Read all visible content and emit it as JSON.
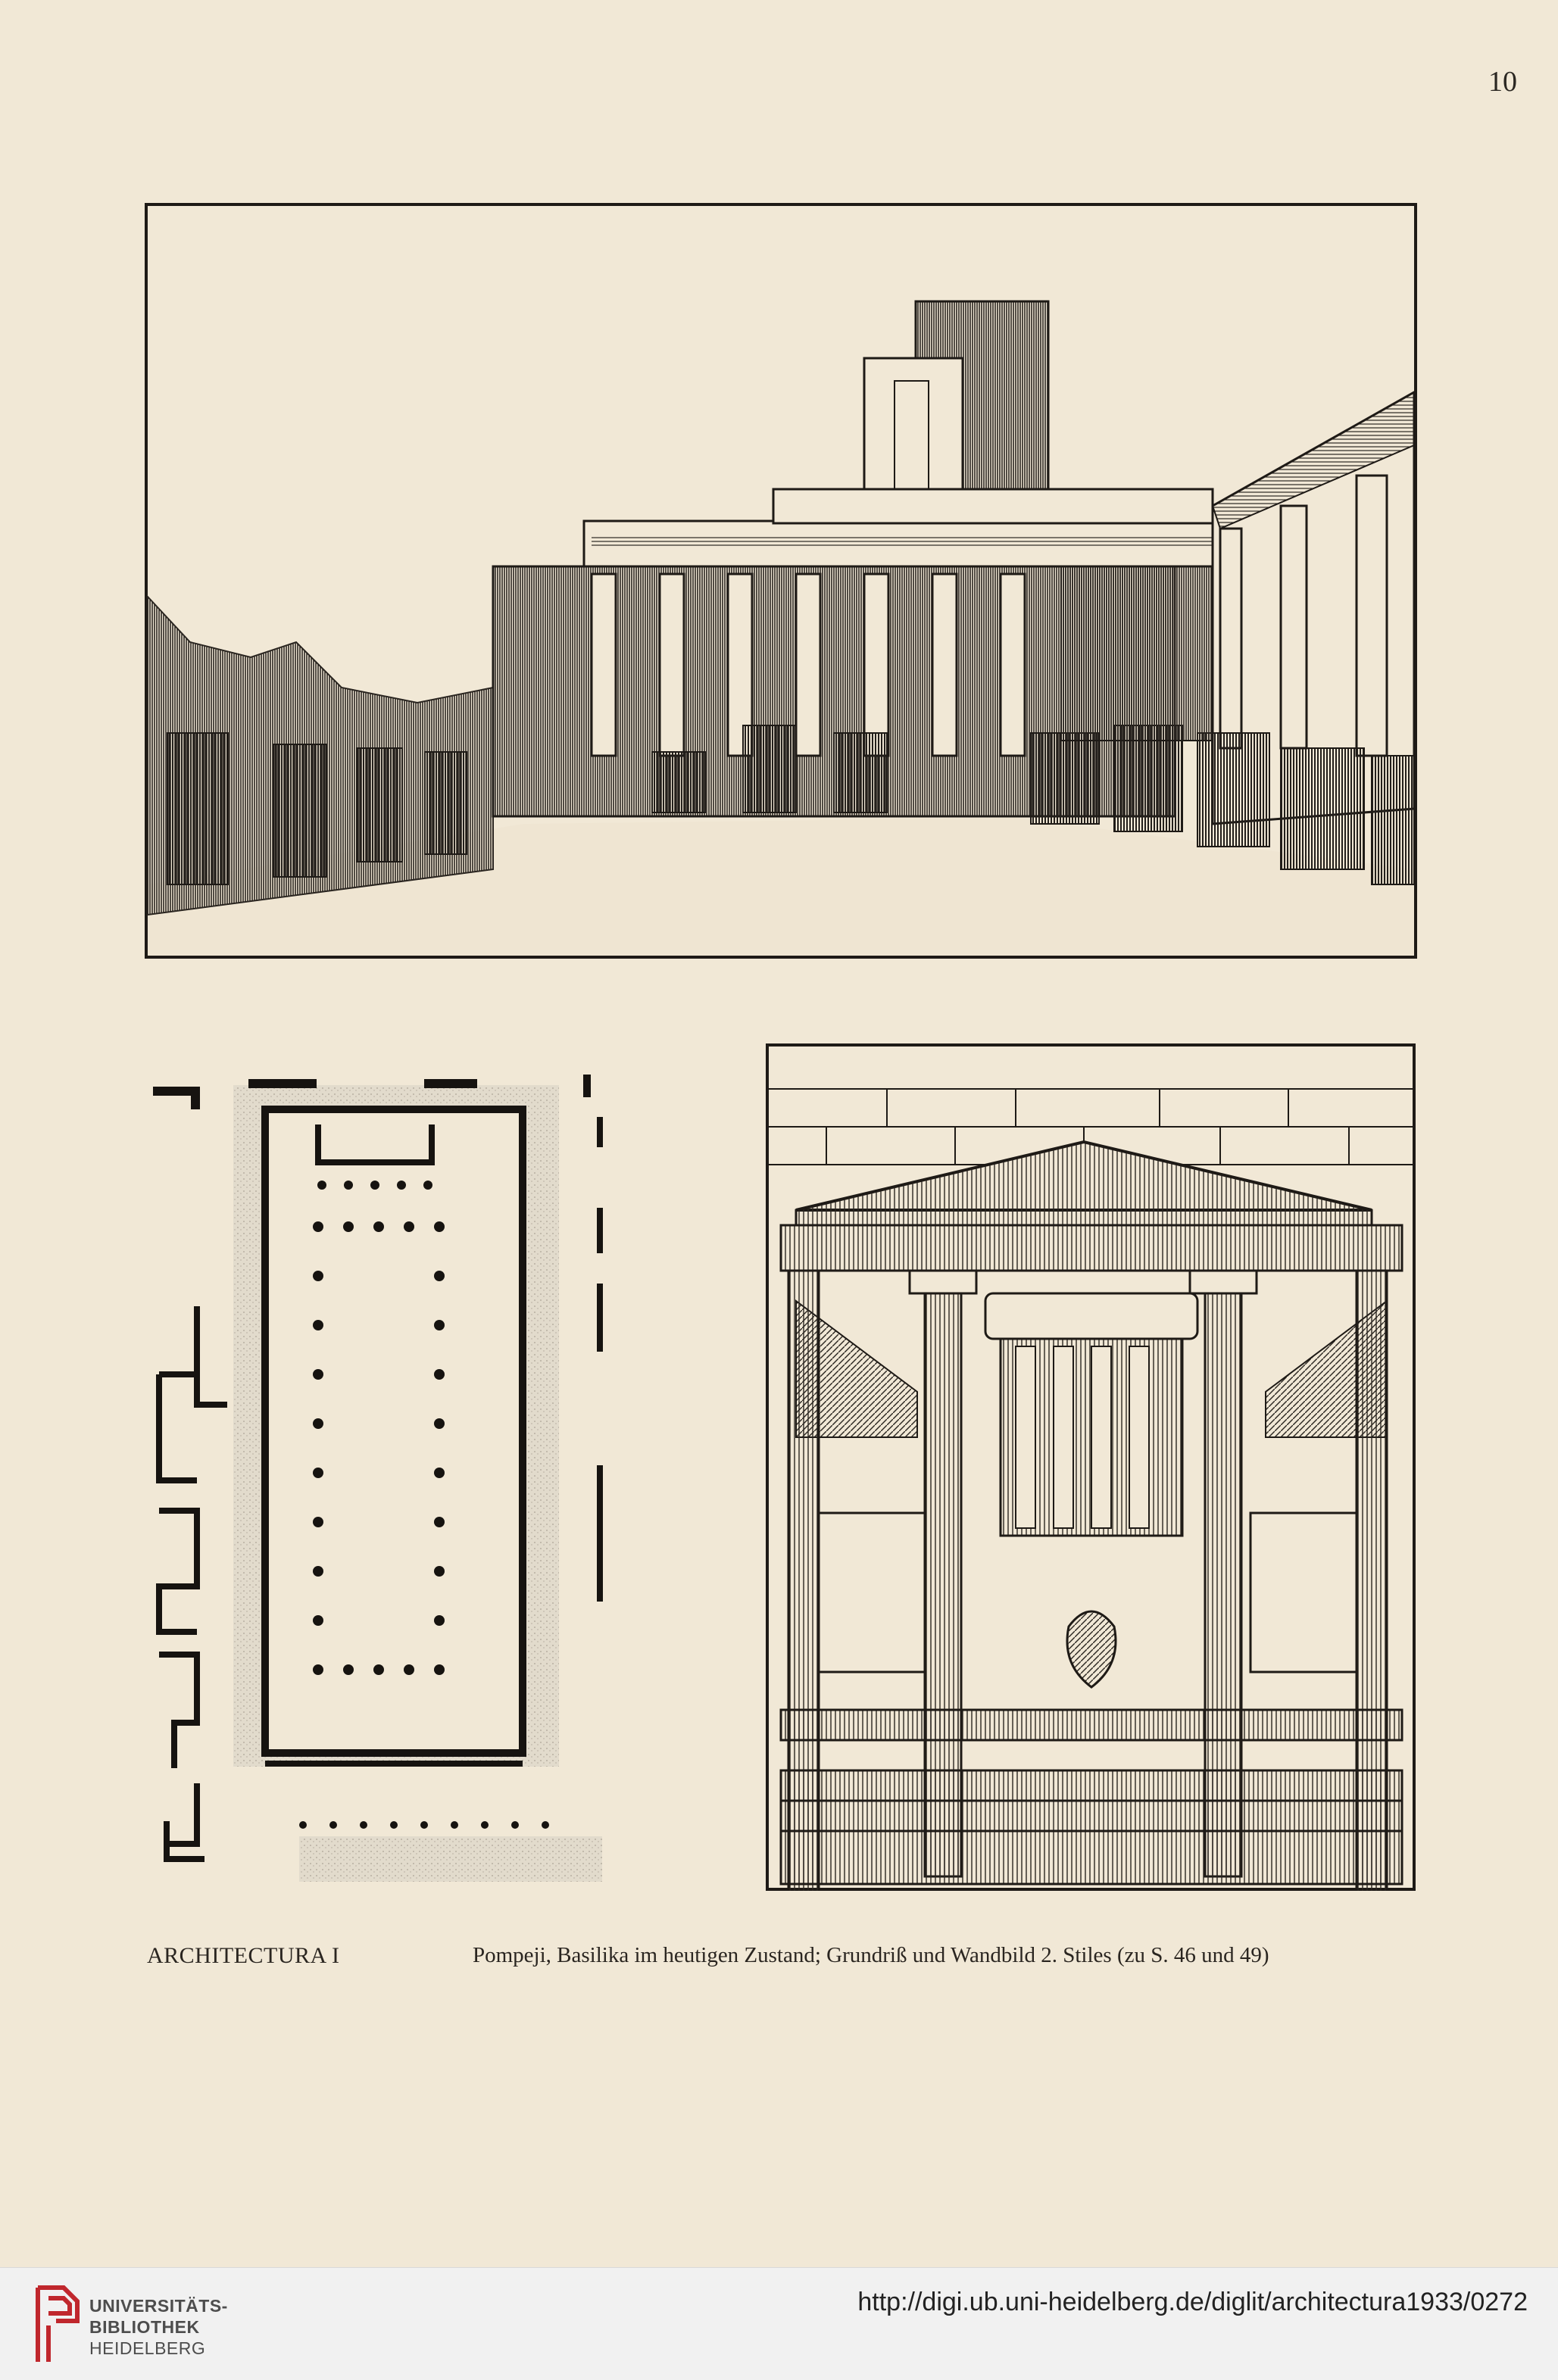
{
  "page": {
    "number": "10",
    "background": "#f1e8d6"
  },
  "figures": [
    {
      "id": "basilica-view",
      "kind": "drawing"
    },
    {
      "id": "floor-plan",
      "kind": "drawing"
    },
    {
      "id": "wall-painting",
      "kind": "drawing"
    }
  ],
  "caption": {
    "label": "ARCHITECTURA I",
    "text": "Pompeji, Basilika im heutigen Zustand; Grundriß und Wandbild 2. Stiles (zu S. 46 und 49)"
  },
  "footer": {
    "library_lines": [
      "UNIVERSITÄTS-",
      "BIBLIOTHEK",
      "HEIDELBERG"
    ],
    "url": "http://digi.ub.uni-heidelberg.de/diglit/architectura1933/0272",
    "logo_color": "#c0272d"
  }
}
